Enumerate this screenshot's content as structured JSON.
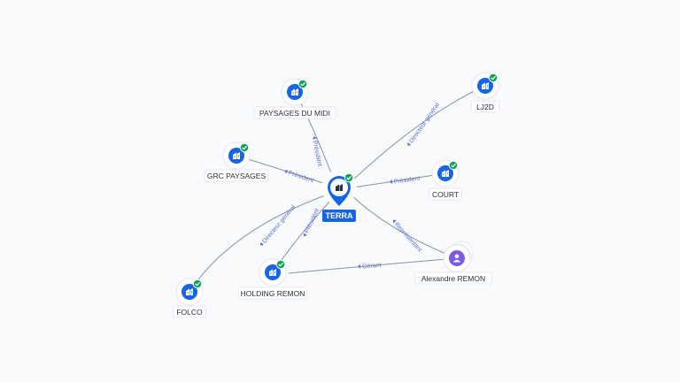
{
  "graph": {
    "center": {
      "id": "terra",
      "label": "TERRA",
      "type": "company",
      "verified": true
    },
    "nodes": [
      {
        "id": "paysages",
        "label": "PAYSAGES DU MIDI",
        "type": "company",
        "verified": true
      },
      {
        "id": "lj2d",
        "label": "LJ2D",
        "type": "company",
        "verified": true
      },
      {
        "id": "grc",
        "label": "GRC PAYSAGES",
        "type": "company",
        "verified": true
      },
      {
        "id": "court",
        "label": "COURT",
        "type": "company",
        "verified": true
      },
      {
        "id": "folco",
        "label": "FOLCO",
        "type": "company",
        "verified": true
      },
      {
        "id": "holding",
        "label": "HOLDING REMON",
        "type": "company",
        "verified": true
      },
      {
        "id": "alexandre",
        "label": "Alexandre REMON",
        "type": "person",
        "verified": false
      }
    ],
    "edges": [
      {
        "from": "paysages",
        "to": "terra",
        "label": "Président"
      },
      {
        "from": "grc",
        "to": "terra",
        "label": "Président"
      },
      {
        "from": "lj2d",
        "to": "terra",
        "label": "Directeur général"
      },
      {
        "from": "court",
        "to": "terra",
        "label": "Président"
      },
      {
        "from": "alexandre",
        "to": "terra",
        "label": "Représentant"
      },
      {
        "from": "folco",
        "to": "terra",
        "label": "Directeur général"
      },
      {
        "from": "holding",
        "to": "terra",
        "label": "Président"
      },
      {
        "from": "alexandre",
        "to": "holding",
        "label": "Gérant"
      }
    ],
    "icons": {
      "company": "building-icon",
      "person": "person-icon",
      "verified": "check-badge-icon"
    },
    "colors": {
      "company": "#1565e6",
      "person": "#7b5be6",
      "verified": "#12a15a",
      "edge_label": "#5b6fd6"
    }
  }
}
